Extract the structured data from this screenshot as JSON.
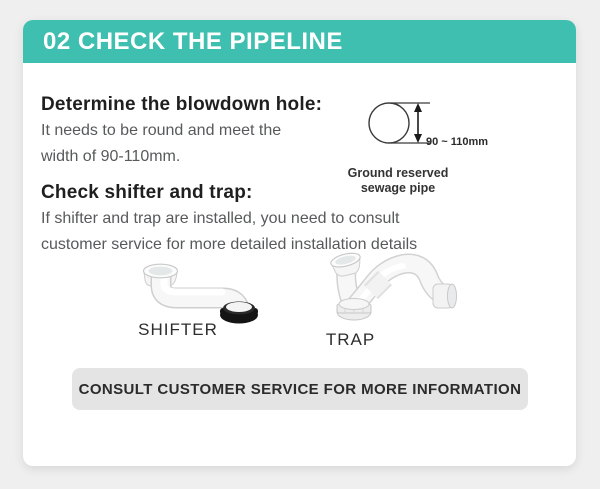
{
  "page": {
    "background": "#efefef"
  },
  "card": {
    "header": {
      "title": "02 CHECK THE PIPELINE",
      "background": "#3fbfb0",
      "text_color": "#ffffff"
    },
    "sections": [
      {
        "heading": "Determine the blowdown hole:",
        "body_lines": [
          "It needs to be round and meet the",
          "width of 90-110mm."
        ]
      },
      {
        "heading": "Check shifter and trap:",
        "body_lines": [
          "If shifter and trap are installed, you need to consult",
          "customer service for more detailed installation details"
        ]
      }
    ],
    "diagram": {
      "dimension_label": "90 ~ 110mm",
      "caption_lines": [
        "Ground reserved",
        "sewage pipe"
      ],
      "icon": "hole-dimension-diagram"
    },
    "products": [
      {
        "label": "SHIFTER",
        "icon": "shifter-pipe-image"
      },
      {
        "label": "TRAP",
        "icon": "trap-pipe-image"
      }
    ],
    "footer_button": {
      "label": "CONSULT CUSTOMER SERVICE FOR MORE INFORMATION",
      "background": "#e4e4e4",
      "text_color": "#2b2b2b"
    }
  }
}
